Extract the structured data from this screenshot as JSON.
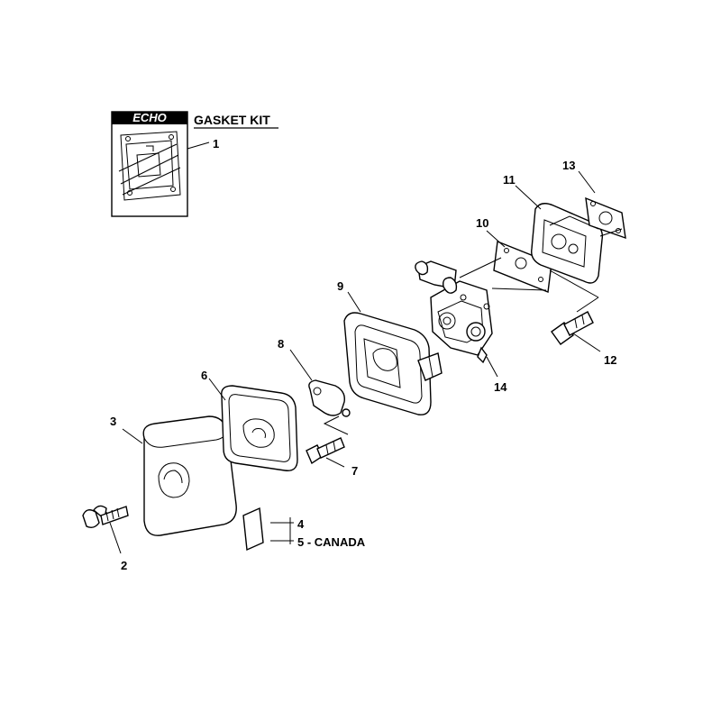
{
  "kit": {
    "brand": "ECHO",
    "title": "GASKET KIT"
  },
  "labels": [
    {
      "id": "1",
      "text": "1"
    },
    {
      "id": "2",
      "text": "2"
    },
    {
      "id": "3",
      "text": "3"
    },
    {
      "id": "4",
      "text": "4"
    },
    {
      "id": "5",
      "text": "5 - CANADA"
    },
    {
      "id": "6",
      "text": "6"
    },
    {
      "id": "7",
      "text": "7"
    },
    {
      "id": "8",
      "text": "8"
    },
    {
      "id": "9",
      "text": "9"
    },
    {
      "id": "10",
      "text": "10"
    },
    {
      "id": "11",
      "text": "11"
    },
    {
      "id": "12",
      "text": "12"
    },
    {
      "id": "13",
      "text": "13"
    },
    {
      "id": "14",
      "text": "14"
    }
  ]
}
